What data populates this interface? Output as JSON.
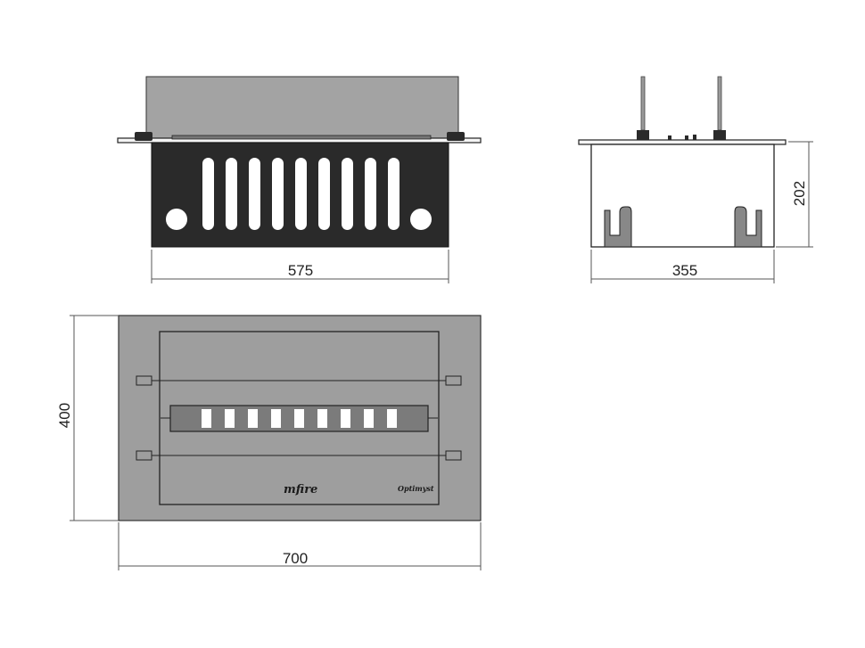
{
  "dimensions": {
    "front_width": "575",
    "side_depth": "355",
    "side_height": "202",
    "top_height": "400",
    "top_width": "700"
  },
  "brand_marks": {
    "mfire": "mfire",
    "optimyst": "Optimyst"
  },
  "colors": {
    "glass": "#a3a3a3",
    "body_dark": "#2a2a2a",
    "plate_gray": "#9e9e9e",
    "line": "#222222"
  }
}
